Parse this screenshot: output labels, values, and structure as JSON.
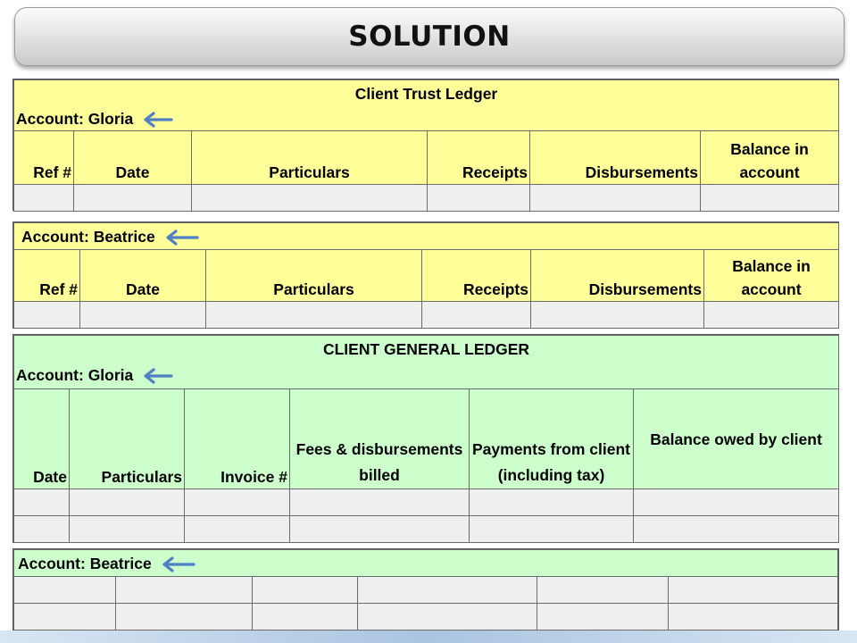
{
  "slide": {
    "title": "SOLUTION"
  },
  "trust_ledger_gloria": {
    "heading": "Client Trust Ledger",
    "account": "Account: Gloria",
    "columns": [
      "Ref #",
      "Date",
      "Particulars",
      "Receipts",
      "Disbursements",
      "Balance in account"
    ]
  },
  "trust_ledger_beatrice": {
    "account": "Account: Beatrice",
    "columns": [
      "Ref #",
      "Date",
      "Particulars",
      "Receipts",
      "Disbursements",
      "Balance in account"
    ]
  },
  "general_ledger_gloria": {
    "heading": "CLIENT GENERAL LEDGER",
    "account": "Account: Gloria",
    "columns": [
      "Date",
      "Particulars",
      "Invoice #",
      "Fees & disbursements billed",
      "Payments from client (including tax)",
      "Balance owed by client"
    ]
  },
  "general_ledger_beatrice": {
    "account": "Account: Beatrice"
  },
  "colors": {
    "trust_fill": "#ffff99",
    "general_fill": "#ccffcc",
    "arrow": "#4f7fc4",
    "blank_cell": "#efefef"
  },
  "icons": {
    "pointer": "arrow-left-icon"
  }
}
